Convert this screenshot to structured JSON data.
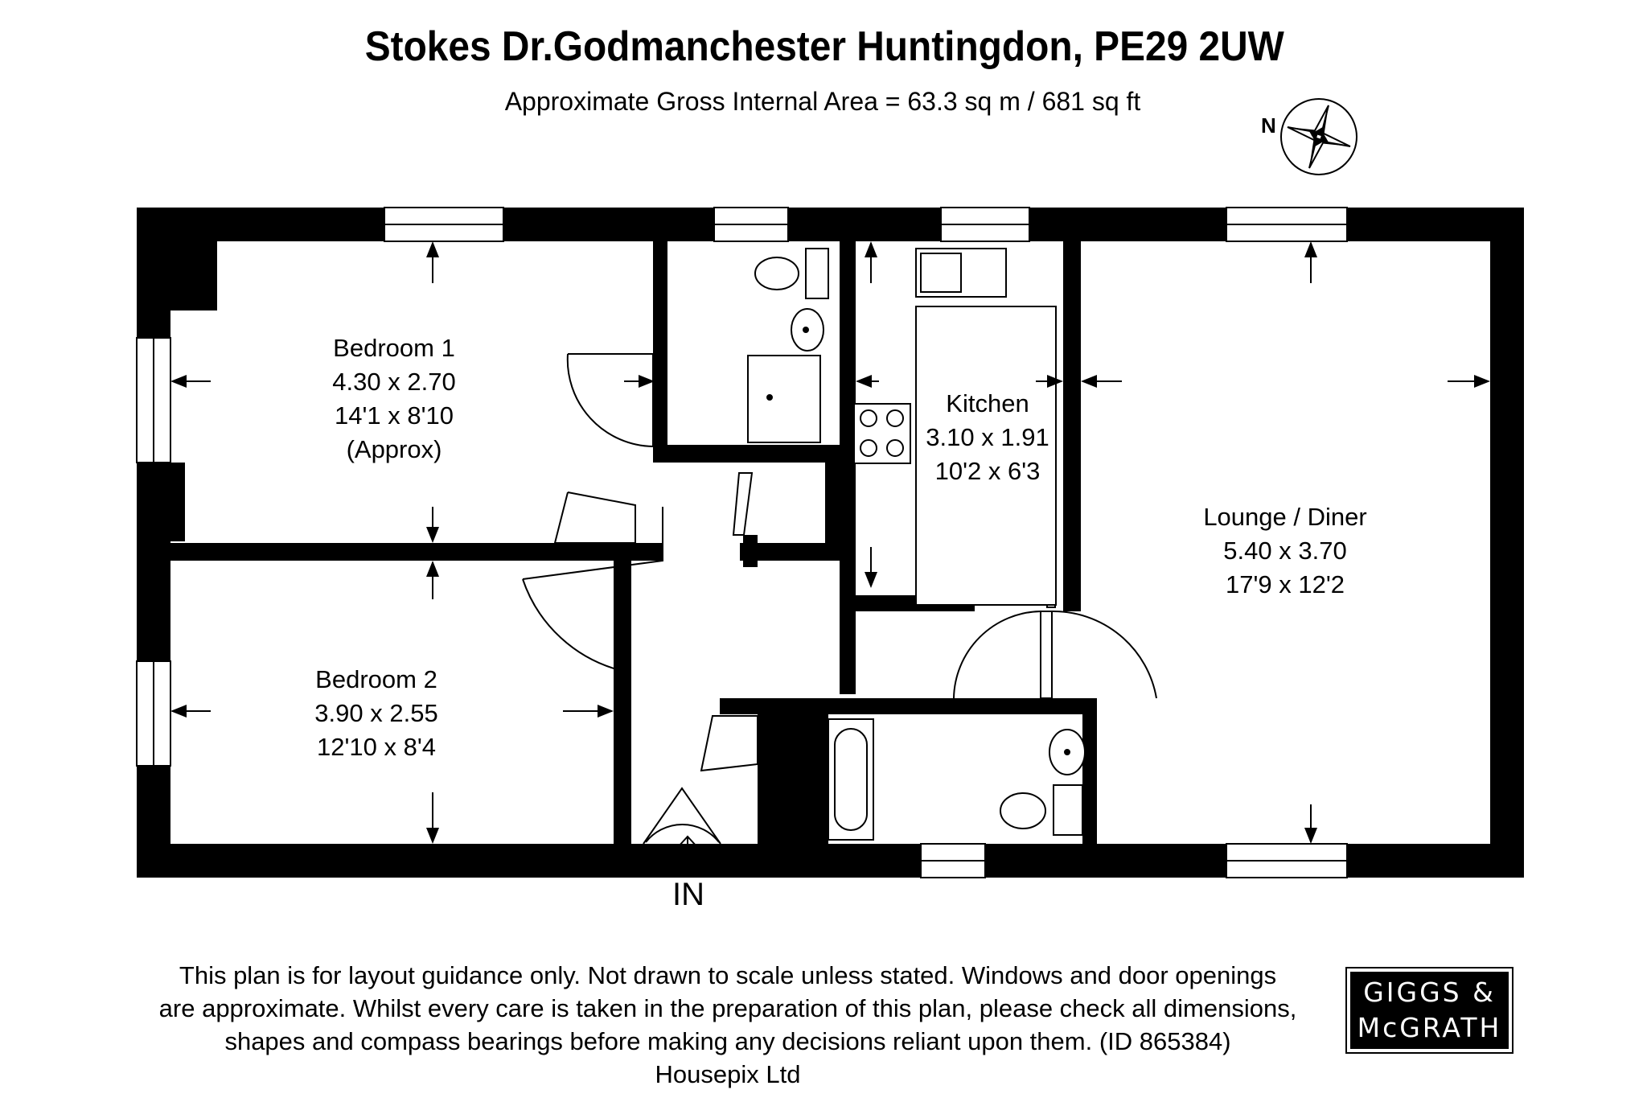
{
  "header": {
    "title": "Stokes Dr.Godmanchester Huntingdon, PE29 2UW",
    "subtitle": "Approximate Gross Internal Area = 63.3 sq m / 681 sq ft"
  },
  "compass": {
    "label": "N",
    "icon": "compass-rose-icon"
  },
  "rooms": {
    "bedroom1": {
      "name": "Bedroom 1",
      "metric": "4.30 x 2.70",
      "imperial": "14'1 x 8'10",
      "note": "(Approx)"
    },
    "bedroom2": {
      "name": "Bedroom 2",
      "metric": "3.90 x 2.55",
      "imperial": "12'10 x 8'4"
    },
    "kitchen": {
      "name": "Kitchen",
      "metric": "3.10 x 1.91",
      "imperial": "10'2 x 6'3"
    },
    "lounge": {
      "name": "Lounge / Diner",
      "metric": "5.40 x 3.70",
      "imperial": "17'9 x 12'2"
    }
  },
  "entrance": {
    "label": "IN"
  },
  "disclaimer": {
    "line1": "This plan is for layout guidance only. Not drawn to scale unless stated. Windows and door openings",
    "line2": "are approximate. Whilst every care is taken in the preparation of this plan, please check all dimensions,",
    "line3": "shapes and compass bearings before making any decisions reliant upon them. (ID 865384)",
    "line4": "Housepix Ltd"
  },
  "logo": {
    "line1": "GIGGS &",
    "line2": "McGRATH"
  }
}
